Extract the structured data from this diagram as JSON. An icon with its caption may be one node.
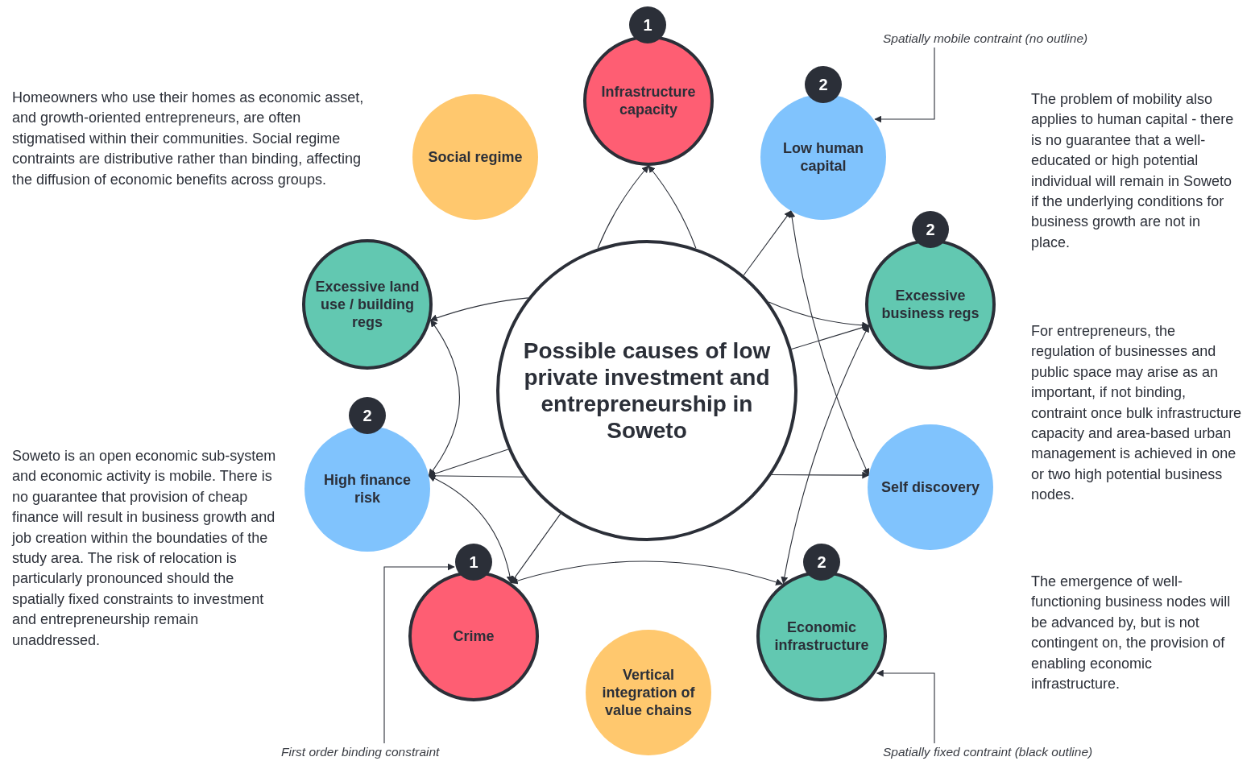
{
  "diagram": {
    "nodes": [
      {
        "text": [
          "1"
        ]
      },
      {
        "text": [
          "Infrastructure capacity"
        ]
      },
      {
        "text": [
          "Social regime"
        ]
      },
      {
        "text": [
          "Spatially mobile contraint (no outline)"
        ]
      },
      {
        "text": [
          "2"
        ]
      },
      {
        "text": [
          "Low human capital"
        ]
      },
      {
        "text": [
          "Excessive land use / building regs"
        ]
      },
      {
        "text": [
          "Possible causes of low private investment and entrepreneurship in Soweto"
        ]
      },
      {
        "text": [
          "2"
        ]
      },
      {
        "text": [
          "Excessive business regs"
        ]
      },
      {
        "text": [
          "2"
        ]
      },
      {
        "text": [
          "High finance risk"
        ]
      },
      {
        "text": [
          "Self discovery"
        ]
      },
      {
        "text": [
          "1"
        ]
      },
      {
        "text": [
          "Crime"
        ]
      },
      {
        "text": [
          "2"
        ]
      },
      {
        "text": [
          "Economic infrastructure"
        ]
      },
      {
        "text": [
          "Vertical integration of value chains"
        ]
      },
      {
        "text": [
          "First order binding constraint"
        ]
      },
      {
        "text": [
          "Spatially fixed contraint (black outline)"
        ]
      }
    ],
    "edges": [
      {
        "from": 7,
        "to": 1,
        "arrow": "to"
      },
      {
        "from": 7,
        "to": 1,
        "arrow": "to"
      },
      {
        "from": 7,
        "to": 5,
        "arrow": "to"
      },
      {
        "from": 5,
        "to": 12,
        "arrow": "both"
      },
      {
        "from": 7,
        "to": 9,
        "arrow": "to"
      },
      {
        "from": 7,
        "to": 9,
        "arrow": "to"
      },
      {
        "from": 9,
        "to": 16,
        "arrow": "both"
      },
      {
        "from": 7,
        "to": 12,
        "arrow": "to"
      },
      {
        "from": 7,
        "to": 6,
        "arrow": "to"
      },
      {
        "from": 6,
        "to": 11,
        "arrow": "both"
      },
      {
        "from": 7,
        "to": 11,
        "arrow": "to"
      },
      {
        "from": 7,
        "to": 11,
        "arrow": "to"
      },
      {
        "from": 11,
        "to": 14,
        "arrow": "both"
      },
      {
        "from": 7,
        "to": 14,
        "arrow": "to"
      },
      {
        "from": 14,
        "to": 16,
        "arrow": "both"
      },
      {
        "from": 3,
        "to": 5,
        "arrow": "to"
      },
      {
        "from": 18,
        "to": 13,
        "arrow": "to"
      },
      {
        "from": 19,
        "to": 16,
        "arrow": "to"
      }
    ],
    "labels": [
      "Homeowners who use their homes as economic asset, and growth-oriented entrepreneurs, are often stigmatised within their communities. Social regime contraints are distributive rather than binding, affecting the diffusion of economic benefits across groups.",
      "The problem of mobility also applies to human capital - there is no guarantee that a well-educated or high potential individual will remain in Soweto if the underlying conditions for business growth are not in place.",
      "For entrepreneurs, the regulation of businesses and public space may arise as an important, if not binding, contraint once bulk infrastructure capacity and area-based urban management is achieved in one or two high potential business nodes.",
      "Soweto is an open economic sub-system and economic activity is mobile. There is no guarantee that provision of cheap finance will result in business growth and job creation within the boundaties of the study area. The risk of relocation is particularly pronounced should the spatially fixed constraints to investment and entrepreneurship remain unaddressed.",
      "The emergence of well-functioning business nodes will be advanced by, but is not contingent on, the provision of enabling economic infrastructure."
    ]
  }
}
